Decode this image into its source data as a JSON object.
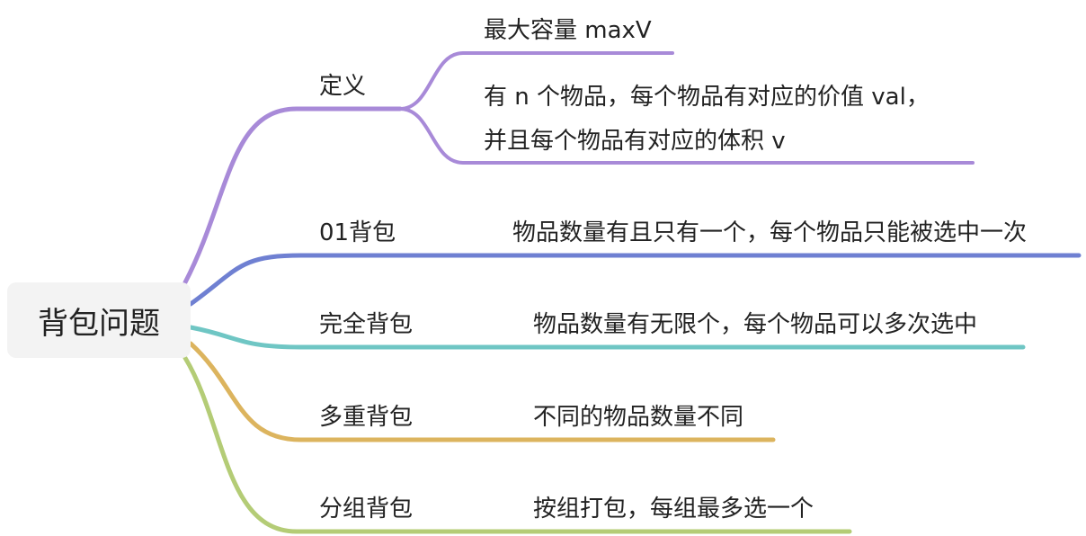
{
  "root": {
    "title": "背包问题"
  },
  "branches": [
    {
      "label": "定义",
      "color": "#a88ad8",
      "children": [
        {
          "lines": [
            "最大容量 maxV"
          ]
        },
        {
          "lines": [
            "有 n 个物品，每个物品有对应的价值 val，",
            "并且每个物品有对应的体积 v"
          ]
        }
      ]
    },
    {
      "label": "01背包",
      "color": "#6f80d2",
      "children": [
        {
          "lines": [
            "物品数量有且只有一个，每个物品只能被选中一次"
          ]
        }
      ]
    },
    {
      "label": "完全背包",
      "color": "#6fc6c4",
      "children": [
        {
          "lines": [
            "物品数量有无限个，每个物品可以多次选中"
          ]
        }
      ]
    },
    {
      "label": "多重背包",
      "color": "#dcb45e",
      "children": [
        {
          "lines": [
            "不同的物品数量不同"
          ]
        }
      ]
    },
    {
      "label": "分组背包",
      "color": "#b4cc76",
      "children": [
        {
          "lines": [
            "按组打包，每组最多选一个"
          ]
        }
      ]
    }
  ]
}
